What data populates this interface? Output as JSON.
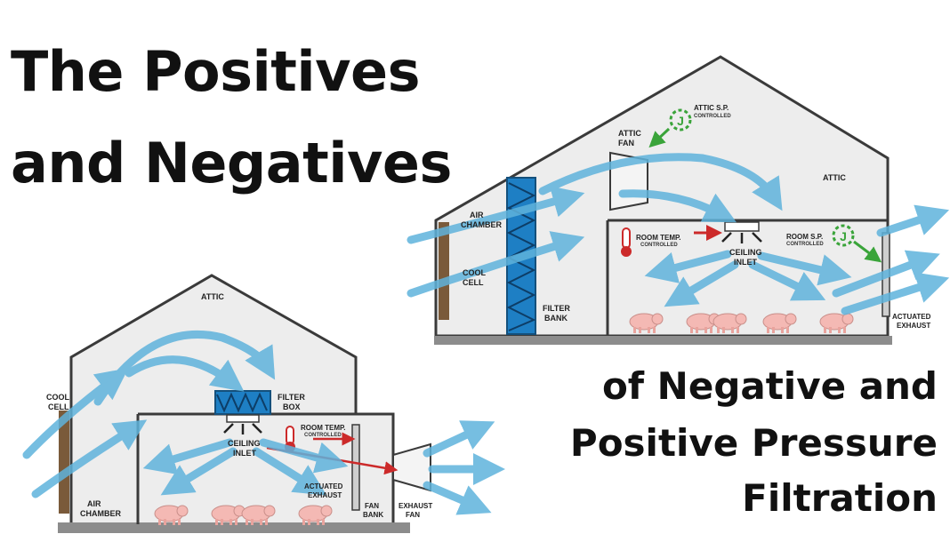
{
  "title": {
    "line1": "The Positives",
    "line2": "and Negatives"
  },
  "subtitle": {
    "line1": "of Negative and",
    "line2": "Positive Pressure",
    "line3": "Filtration"
  },
  "colors": {
    "arrow": "#5fb3dc",
    "building_fill": "#ededed",
    "building_stroke": "#3a3a3a",
    "filter": "#1e7fc4",
    "cool_cell": "#7a5a3a",
    "control_green": "#3aa43a",
    "control_red": "#cc2a2a",
    "pig": "#f4b9b4"
  },
  "diagram_negative": {
    "attic": "ATTIC",
    "attic_fan": [
      "ATTIC",
      "FAN"
    ],
    "attic_sp": [
      "ATTIC S.P.",
      "CONTROLLED"
    ],
    "air_chamber": [
      "AIR",
      "CHAMBER"
    ],
    "cool_cell": [
      "COOL",
      "CELL"
    ],
    "filter_bank": [
      "FILTER",
      "BANK"
    ],
    "room_temp": [
      "ROOM TEMP.",
      "CONTROLLED"
    ],
    "room_sp": [
      "ROOM S.P.",
      "CONTROLLED"
    ],
    "ceiling_inlet": [
      "CEILING",
      "INLET"
    ],
    "actuated_exhaust": [
      "ACTUATED",
      "EXHAUST"
    ],
    "j_symbol": "J"
  },
  "diagram_positive": {
    "attic": "ATTIC",
    "cool_cell": [
      "COOL",
      "CELL"
    ],
    "filter_box": [
      "FILTER",
      "BOX"
    ],
    "room_temp": [
      "ROOM TEMP.",
      "CONTROLLED"
    ],
    "ceiling_inlet": [
      "CEILING",
      "INLET"
    ],
    "actuated_exhaust": [
      "ACTUATED",
      "EXHAUST"
    ],
    "air_chamber": [
      "AIR",
      "CHAMBER"
    ],
    "fan_bank": [
      "FAN",
      "BANK"
    ],
    "exhaust_fan": [
      "EXHAUST",
      "FAN"
    ]
  }
}
